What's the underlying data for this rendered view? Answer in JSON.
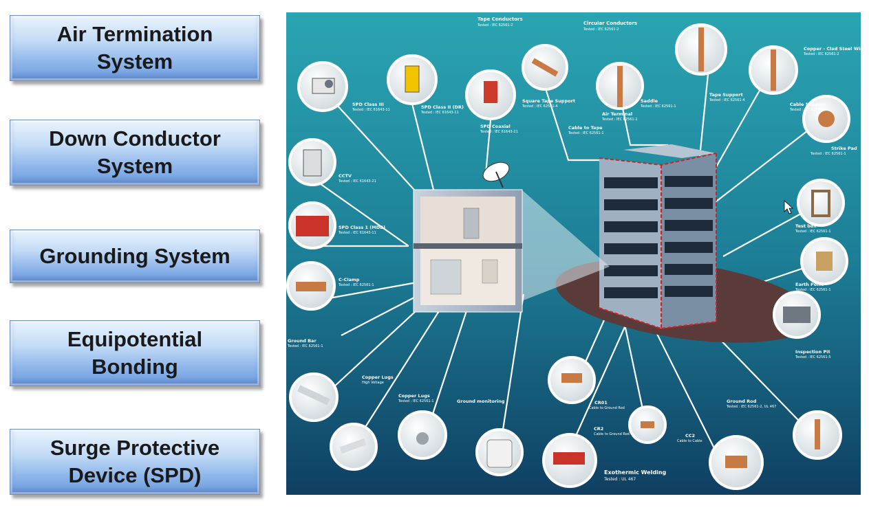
{
  "menu": {
    "items": [
      {
        "label": "Air Termination\nSystem"
      },
      {
        "label": "Down Conductor\nSystem"
      },
      {
        "label": "Grounding System"
      },
      {
        "label": "Equipotential\nBonding"
      },
      {
        "label": "Surge Protective\nDevice (SPD)"
      }
    ]
  },
  "diagram": {
    "callouts": {
      "tape_conductors": {
        "title": "Tape Conductors",
        "sub": "Tested : IEC 62561-2"
      },
      "circular_conductors": {
        "title": "Circular Conductors",
        "sub": "Tested : IEC 62561-2"
      },
      "copper_clad_steel_wire": {
        "title": "Copper - Clad Steel Wire",
        "sub": "Tested : IEC 62561-2"
      },
      "spd_class_3": {
        "title": "SPD Class III",
        "sub": "Tested : IEC 61643-11"
      },
      "spd_class_2": {
        "title": "SPD Class II (DR)",
        "sub": "Tested : IEC 61643-11"
      },
      "spd_coaxial": {
        "title": "SPD Coaxial",
        "sub": "Tested : IEC 61643-21"
      },
      "square_tape_support": {
        "title": "Square Tape Support",
        "sub": "Tested : IEC 62561-4"
      },
      "air_terminal": {
        "title": "Air Terminal",
        "sub": "Tested : IEC 62561-1"
      },
      "saddle": {
        "title": "Saddle",
        "sub": "Tested : IEC 62561-1"
      },
      "tape_support": {
        "title": "Tape Support",
        "sub": "Tested : IEC 62561-4"
      },
      "cable_support": {
        "title": "Cable Support",
        "sub": "Tested : IEC 62561-4"
      },
      "cable_to_tape": {
        "title": "Cable to Tape",
        "sub": "Tested : IEC 62561-1"
      },
      "strike_pad": {
        "title": "Strike Pad",
        "sub": "Tested : IEC 62561-1"
      },
      "cctv": {
        "title": "CCTV",
        "sub": "Tested : IEC 61643-21"
      },
      "spd_class_1": {
        "title": "SPD Class 1 (MDB)",
        "sub": "Tested : IEC 61643-11"
      },
      "test_box": {
        "title": "Test box",
        "sub": "Tested : IEC 62561-1"
      },
      "c_clamp": {
        "title": "C-Clamp",
        "sub": "Tested : IEC 62561-1"
      },
      "earth_point": {
        "title": "Earth Point",
        "sub": "Tested : IEC 62561-1"
      },
      "ground_bar": {
        "title": "Ground Bar",
        "sub": "Tested : IEC 62561-1"
      },
      "inspection_pit": {
        "title": "Inspection Pit",
        "sub": "Tested : IEC 62561-5"
      },
      "copper_lugs_hv": {
        "title": "Copper Lugs",
        "sub": "High Voltage"
      },
      "copper_lugs": {
        "title": "Copper Lugs",
        "sub": "Tested : IEC 62561-1"
      },
      "ground_monitoring": {
        "title": "Ground monitoring",
        "sub": ""
      },
      "cr01": {
        "title": "CR01",
        "sub": "Cable to Ground Rod"
      },
      "cr2": {
        "title": "CR2",
        "sub": "Cable to Ground Rod"
      },
      "cc2": {
        "title": "CC2",
        "sub": "Cable to Cable"
      },
      "ground_rod": {
        "title": "Ground Rod",
        "sub": "Tested : IEC 62561-2, UL 467"
      },
      "exothermic_welding": {
        "title": "Exothermic Welding",
        "sub": "Tested : UL 467"
      }
    }
  }
}
